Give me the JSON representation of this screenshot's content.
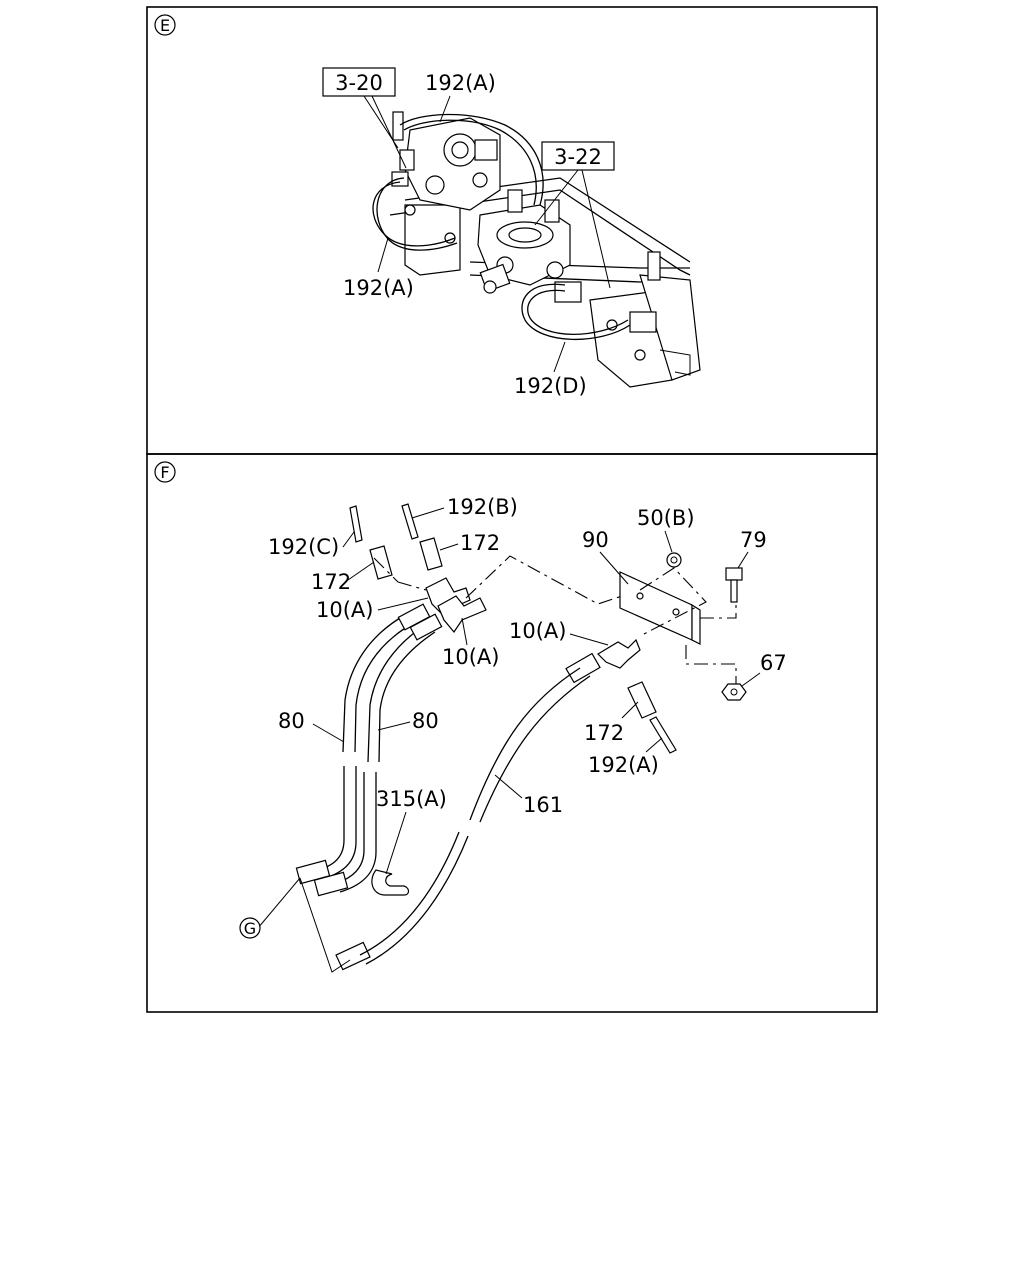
{
  "section_e": {
    "marker": "E",
    "callouts": {
      "ref_3_20": "3-20",
      "ref_3_22": "3-22",
      "hose_192a_top": "192(A)",
      "hose_192a_left": "192(A)",
      "hose_192d": "192(D)"
    }
  },
  "section_f": {
    "marker": "F",
    "sub_marker": "G",
    "callouts": {
      "p192b": "192(B)",
      "p172_top": "172",
      "p192c": "192(C)",
      "p172_left": "172",
      "p10a_left": "10(A)",
      "p10a_mid": "10(A)",
      "p10a_right": "10(A)",
      "p90": "90",
      "p50b": "50(B)",
      "p79": "79",
      "p67": "67",
      "p80_left": "80",
      "p80_right": "80",
      "p172_right": "172",
      "p192a": "192(A)",
      "p315a": "315(A)",
      "p161": "161"
    }
  }
}
